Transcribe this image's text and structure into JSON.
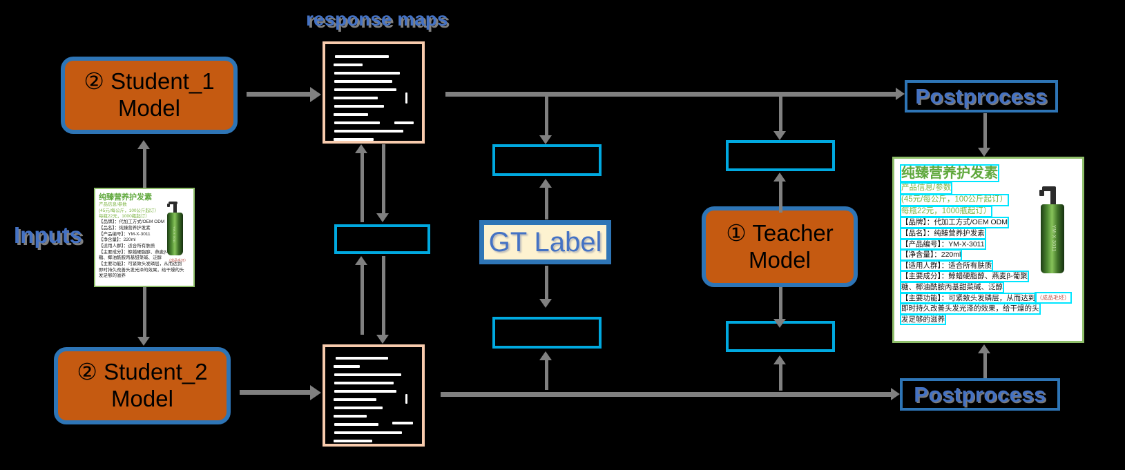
{
  "diagram": {
    "labels": {
      "inputs": "Inputs",
      "response_maps": "response maps",
      "gt_label": "GT Label",
      "postprocess_top": "Postprocess",
      "postprocess_bottom": "Postprocess"
    },
    "models": [
      {
        "id": "student1",
        "marker": "②",
        "name": "Student_1",
        "line2": "Model"
      },
      {
        "id": "student2",
        "marker": "②",
        "name": "Student_2",
        "line2": "Model"
      },
      {
        "id": "teacher",
        "marker": "①",
        "name": "Teacher",
        "line2": "Model"
      }
    ],
    "colors": {
      "model_fill": "#C55A11",
      "model_border": "#2E75B6",
      "cyan_box": "#00A9E0",
      "annotation_cyan": "#00E5FF",
      "gt_fill": "#FDF2D0",
      "heading_blue": "#4472C4",
      "arrow_gray": "#808080",
      "respmap_border": "#F8CBAD",
      "card_border": "#8FBF6A",
      "card_title_green": "#5FA83C",
      "background": "#000000"
    }
  },
  "input_card": {
    "title": "纯臻营养护发素",
    "subtitle": "产品信息/参数",
    "price_lines": [
      "(45元/每公斤，100公斤起订）",
      "每瓶22元，1000瓶起订）"
    ],
    "rows": [
      "【品牌】：代加工方式/OEM ODM",
      "【品名】：纯臻营养护发素",
      "【产品编号】：YM-X-3011",
      "【净含量】：220ml",
      "【适用人群】：适合所有肤质",
      "【主要成分】：鲸蜡硬脂醇、燕麦β-葡聚",
      "糖、椰油酰胺丙基甜菜碱、泛醇",
      "【主要功能】：可紧致头发磷层，从而达到",
      "即时持久改善头发光泽的效果，给干燥的头",
      "发足够的滋养"
    ],
    "caption": "（成品毛坯）",
    "bottle_text": "YM-X 3011"
  },
  "output_card": {
    "title": "纯臻营养护发素",
    "green_lines": [
      "产品信息/参数",
      "(45元/每公斤，100公斤起订）",
      "每瓶22元，1000瓶起订）"
    ],
    "black_lines": [
      "【品牌】：代加工方式/OEM ODM",
      "【品名】：纯臻营养护发素",
      "【产品编号】：YM-X-3011",
      "【净含量】：220ml",
      "【适用人群】：适合所有肤质",
      "【主要成分】：鲸蜡硬脂醇、燕麦β-葡聚",
      "糖、椰油酰胺丙基甜菜碱、泛醇",
      "【主要功能】：可紧致头发磷层，从而达到",
      "即时持久改善头发光泽的效果，给干燥的头",
      "发足够的滋养"
    ],
    "caption": "（成品毛坯）",
    "bottle_text": "YM-X 3011"
  }
}
